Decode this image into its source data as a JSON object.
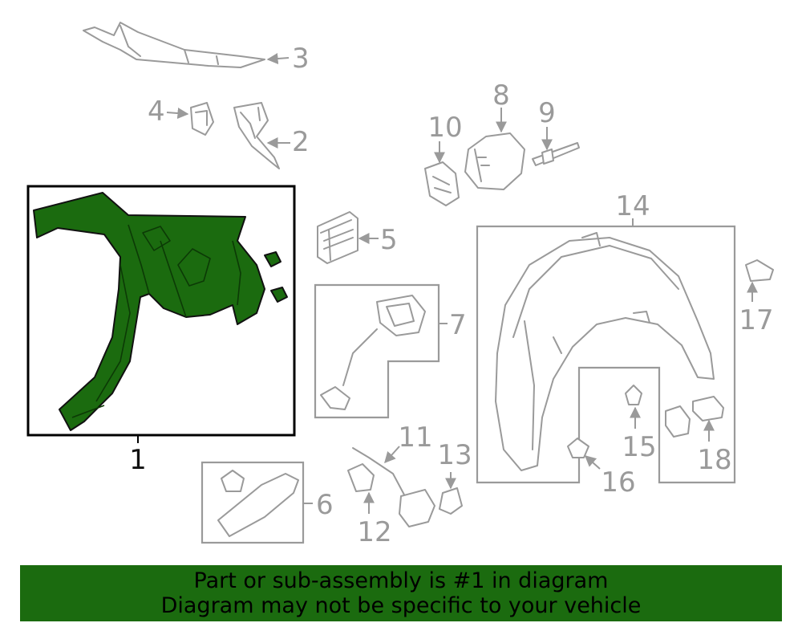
{
  "diagram": {
    "callouts": [
      "1",
      "2",
      "3",
      "4",
      "5",
      "6",
      "7",
      "8",
      "9",
      "10",
      "11",
      "12",
      "13",
      "14",
      "15",
      "16",
      "17",
      "18"
    ],
    "highlighted_part": "1",
    "colors": {
      "highlight": "#1b6b0f",
      "line_art": "#9a9a9a",
      "highlight_box": "#000000"
    }
  },
  "banner": {
    "line1": "Part or sub-assembly is #1 in diagram",
    "line2": "Diagram may not be specific to your vehicle"
  }
}
